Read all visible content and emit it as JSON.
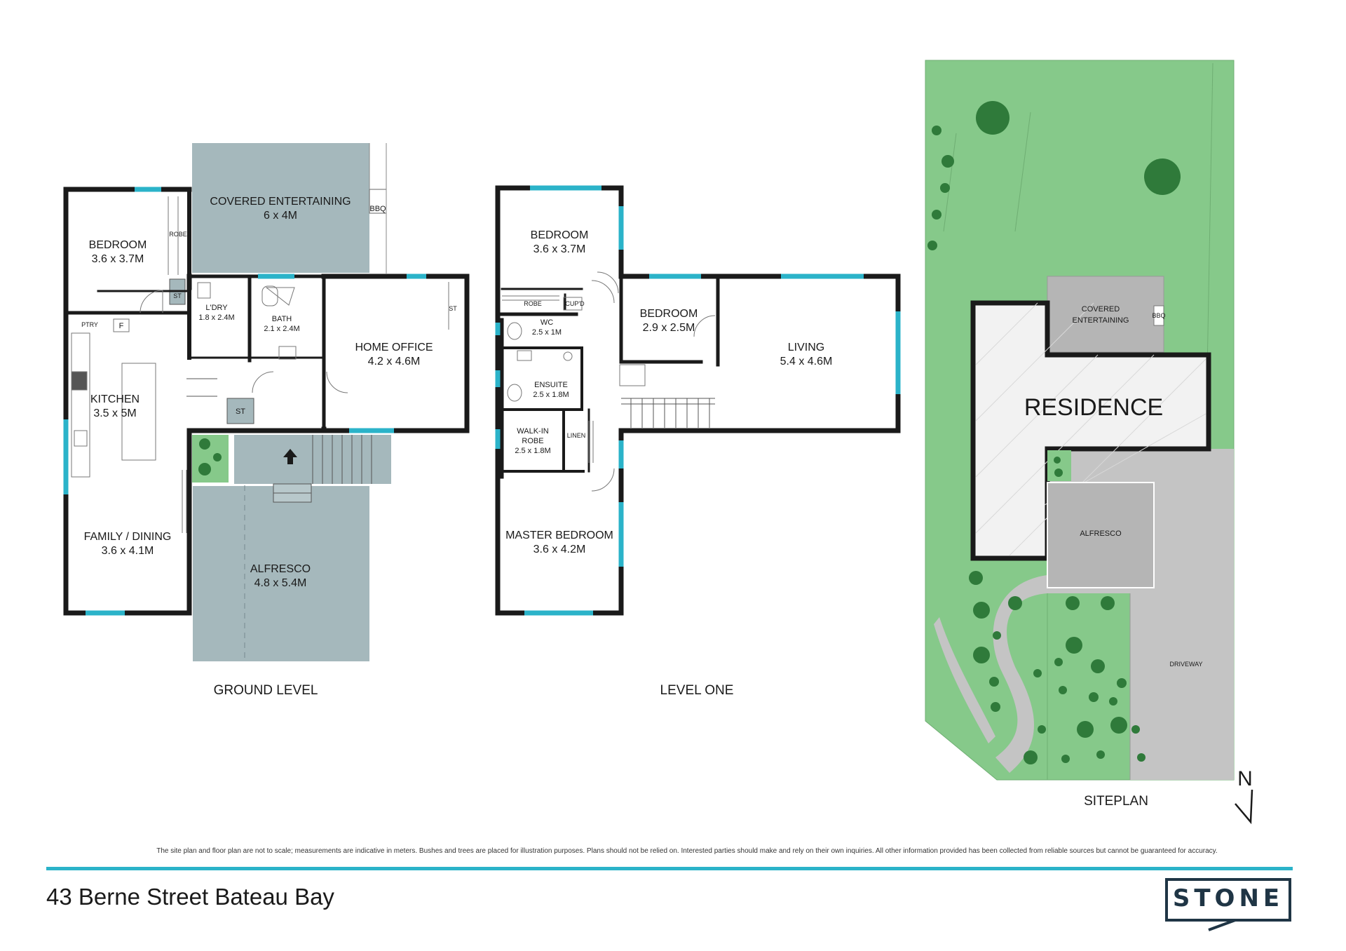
{
  "ground_level": {
    "label": "GROUND LEVEL",
    "rooms": {
      "bedroom": {
        "name": "BEDROOM",
        "size": "3.6 x 3.7M"
      },
      "covered_entertaining": {
        "name": "COVERED ENTERTAINING",
        "size": "6 x 4M"
      },
      "laundry": {
        "name": "L'DRY",
        "size": "1.8 x 2.4M"
      },
      "bath": {
        "name": "BATH",
        "size": "2.1 x 2.4M"
      },
      "home_office": {
        "name": "HOME OFFICE",
        "size": "4.2 x 4.6M"
      },
      "kitchen": {
        "name": "KITCHEN",
        "size": "3.5 x 5M"
      },
      "family_dining": {
        "name": "FAMILY / DINING",
        "size": "3.6 x 4.1M"
      },
      "alfresco": {
        "name": "ALFRESCO",
        "size": "4.8 x 5.4M"
      }
    },
    "fixtures": {
      "bbq": "BBQ",
      "robe": "ROBE",
      "st1": "ST",
      "st2": "ST",
      "st3": "ST",
      "pantry": "PTRY",
      "fridge": "F"
    }
  },
  "level_one": {
    "label": "LEVEL ONE",
    "rooms": {
      "bedroom_1": {
        "name": "BEDROOM",
        "size": "3.6 x 3.7M"
      },
      "bedroom_2": {
        "name": "BEDROOM",
        "size": "2.9 x 2.5M"
      },
      "living": {
        "name": "LIVING",
        "size": "5.4 x 4.6M"
      },
      "wc": {
        "name": "WC",
        "size": "2.5 x 1M"
      },
      "ensuite": {
        "name": "ENSUITE",
        "size": "2.5 x 1.8M"
      },
      "walk_in_robe": {
        "name_line1": "WALK-IN",
        "name_line2": "ROBE",
        "size": "2.5 x 1.8M"
      },
      "master_bedroom": {
        "name": "MASTER BEDROOM",
        "size": "3.6 x 4.2M"
      }
    },
    "fixtures": {
      "robe": "ROBE",
      "cupd": "CUP'D",
      "linen": "LINEN"
    }
  },
  "siteplan": {
    "label": "SITEPLAN",
    "residence": "RESIDENCE",
    "covered_line1": "COVERED",
    "covered_line2": "ENTERTAINING",
    "bbq": "BBQ",
    "alfresco": "ALFRESCO",
    "driveway": "DRIVEWAY",
    "north": "N"
  },
  "disclaimer": "The site plan and floor plan are not to scale; measurements are indicative in meters. Bushes and trees are placed for illustration purposes. Plans should not be relied on. Interested parties should make and rely on their own inquiries. All other information provided has been collected from reliable sources but cannot be guaranteed for accuracy.",
  "address": "43 Berne Street Bateau Bay",
  "logo": "STONE",
  "colors": {
    "wall": "#1a1a1a",
    "window": "#2bb3c9",
    "outdoor": "#a5b8bc",
    "garden": "#86c98a",
    "driveway": "#c4c4c4",
    "accent": "#2bb3c9",
    "brand": "#1f3545"
  }
}
